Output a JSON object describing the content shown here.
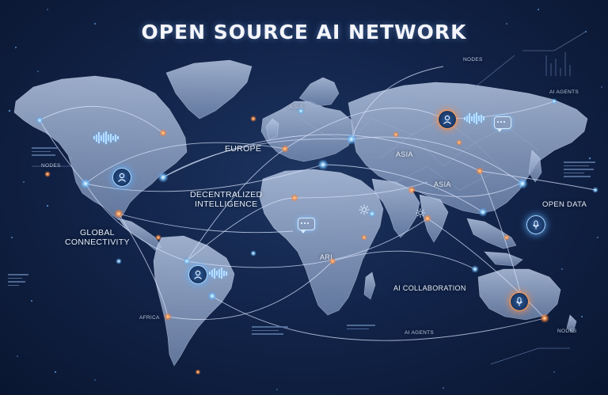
{
  "title": "OPEN SOURCE AI NETWORK",
  "labels": {
    "europe": "EUROPE",
    "asia_top": "ASIA",
    "asia_right": "ASIA",
    "asia_mid": "ASIA",
    "decentralized_line1": "DECENTRALIZED",
    "decentralized_line2": "INTELLIGENCE",
    "global_line1": "GLOBAL",
    "global_line2": "CONNECTIVITY",
    "open_data": "OPEN DATA",
    "ai_collaboration": "AI COLLABORATION",
    "ari": "ARI",
    "africa": "AFRICA",
    "ai_agents_bottom": "AI AGENTS",
    "ai_agents_top": "AI AGENTS",
    "nodes_left": "NODES",
    "nodes_top": "NODES",
    "nodes_bottom": "NODES"
  },
  "icons": {
    "user": "user-icon",
    "microphone": "microphone-icon",
    "chat": "chat-bubble-icon",
    "gear": "gear-icon",
    "waveform": "waveform-icon"
  },
  "colors": {
    "background": "#0b1730",
    "land": "#9fb3d4",
    "connection": "#d9e6ff",
    "node_blue": "#8fd0ff",
    "node_orange": "#ff9a4d",
    "title": "#f4f6fb"
  }
}
